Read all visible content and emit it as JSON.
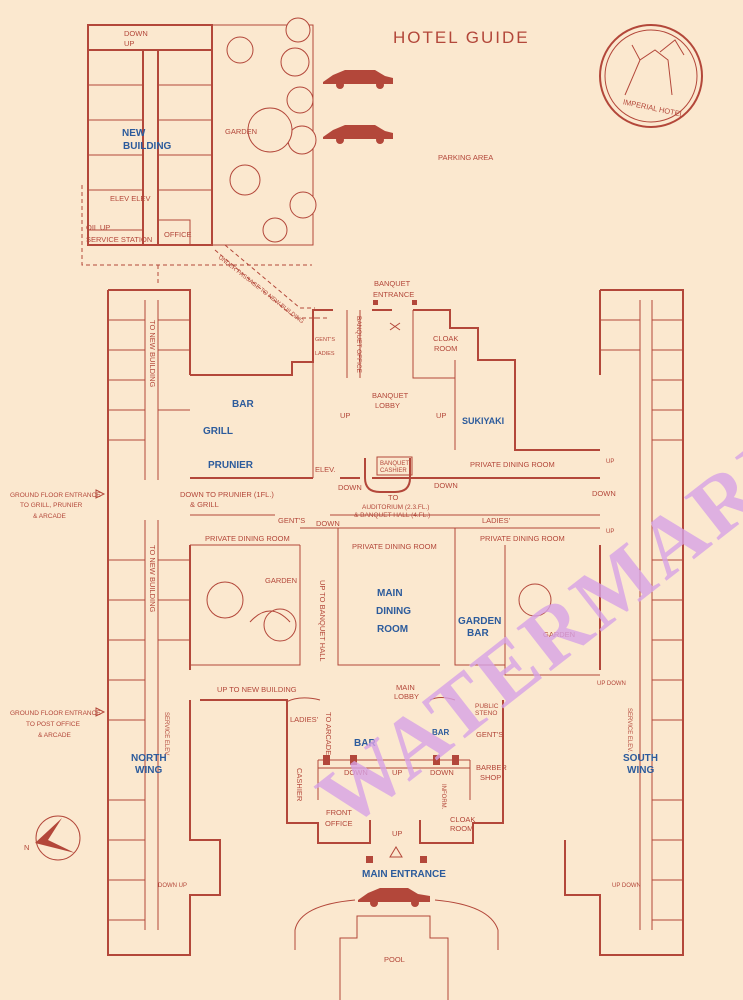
{
  "title": "HOTEL GUIDE",
  "logo_text": "IMPERIAL HOTEL",
  "watermark": "WATERMARK",
  "areas": {
    "new_building": [
      "NEW",
      "BUILDING"
    ],
    "north_wing": [
      "NORTH",
      "WING"
    ],
    "south_wing": [
      "SOUTH",
      "WING"
    ],
    "main_entrance": "MAIN ENTRANCE",
    "bar_left": "BAR",
    "grill": "GRILL",
    "prunier": "PRUNIER",
    "sukiyaki": "SUKIYAKI",
    "main_dining": [
      "MAIN",
      "DINING",
      "ROOM"
    ],
    "garden_bar": [
      "GARDEN",
      "BAR"
    ],
    "lobby_bar_left": "BAR",
    "lobby_bar_right": "BAR"
  },
  "labels": {
    "garden_top": "GARDEN",
    "parking": "PARKING   AREA",
    "office": "OFFICE",
    "service_station": "SERVICE STATION",
    "oil_up": "OIL UP",
    "elev_pair": "ELEV ELEV",
    "down": "DOWN",
    "up": "UP",
    "under_passage": "UNDER PASSAGE TO NEW BUILDING",
    "banquet_entrance": [
      "BANQUET",
      "ENTRANCE"
    ],
    "banquet_office": "BANQUET OFFICE",
    "cloak_room_top": [
      "CLOAK",
      "ROOM"
    ],
    "gents_top": "GENT'S",
    "ladies_top": "LADIES",
    "banquet_lobby": [
      "BANQUET",
      "LOBBY"
    ],
    "banquet_cashier": [
      "BANQUET",
      "CASHIER"
    ],
    "elev": "ELEV.",
    "private_dining": "PRIVATE DINING ROOM",
    "to_auditorium": [
      "TO",
      "AUDITORIUM (2.3.FL.)",
      "& BANQUET HALL (4.FL.)"
    ],
    "down_to_prunier": [
      "DOWN  TO PRUNIER (1FL.)",
      "& GRILL"
    ],
    "gents_mid": "GENT'S",
    "ladies_mid": "LADIES'",
    "to_new_building": "TO NEW BUILDING",
    "ground_entrance_1": [
      "GROUND FLOOR ENTRANCE",
      "TO GRILL, PRUNIER",
      "& ARCADE"
    ],
    "ground_entrance_2": [
      "GROUND FLOOR ENTRANCE",
      "TO POST OFFICE",
      "& ARCADE"
    ],
    "garden_left": "GARDEN",
    "garden_right": "GARDEN",
    "up_to_banquet_hall": "UP TO BANQUET HALL",
    "up_to_new_building": "UP TO NEW BUILDING",
    "main_lobby": [
      "MAIN",
      "LOBBY"
    ],
    "ladies_lobby": "LADIES'",
    "to_arcade": "TO ARCADE",
    "public_stenographer": [
      "PUBLIC",
      "STENO"
    ],
    "gents_lobby": "GENT'S",
    "barber_shop": [
      "BARBER",
      "SHOP"
    ],
    "cashier": "CASHIER",
    "front_office": [
      "FRONT",
      "OFFICE"
    ],
    "information": "INFORM.",
    "cloak_room_lobby": [
      "CLOAK",
      "ROOM"
    ],
    "pool": "POOL",
    "down_up": "DOWN UP",
    "up_down": "UP DOWN",
    "service_elev": "SERVICE ELEV.",
    "compass_n": "N"
  },
  "colors": {
    "line": "#b3473a",
    "accent": "#2c5b9c",
    "paper": "#fbe8cf",
    "watermark": "#d7a3e6"
  }
}
